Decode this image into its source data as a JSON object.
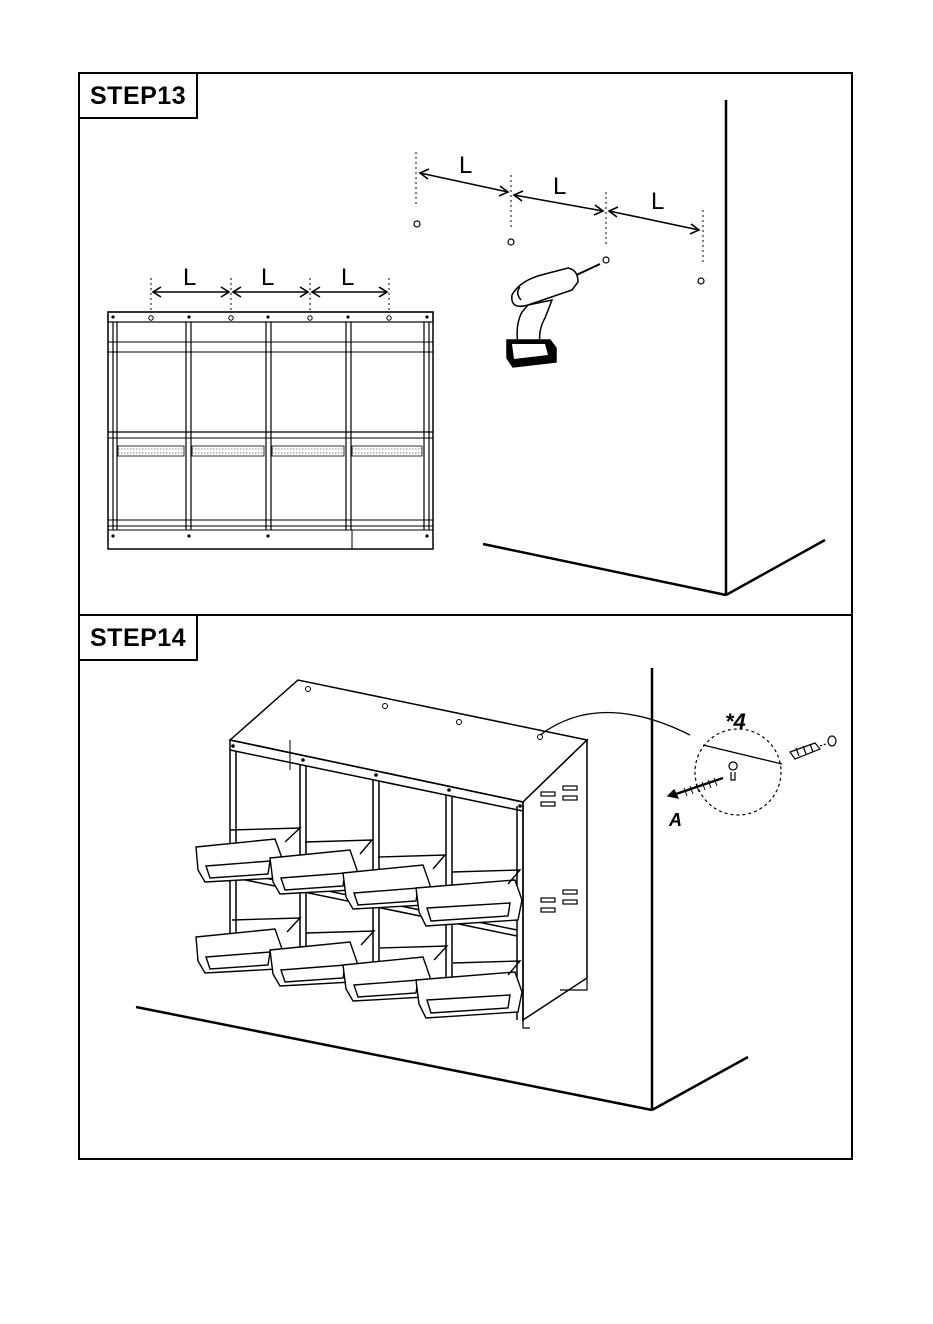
{
  "steps": [
    {
      "label": "STEP13"
    },
    {
      "label": "STEP14"
    }
  ],
  "step13": {
    "dimension_label": "L"
  },
  "step14": {
    "quantity_label": "*4",
    "part_label": "A"
  }
}
